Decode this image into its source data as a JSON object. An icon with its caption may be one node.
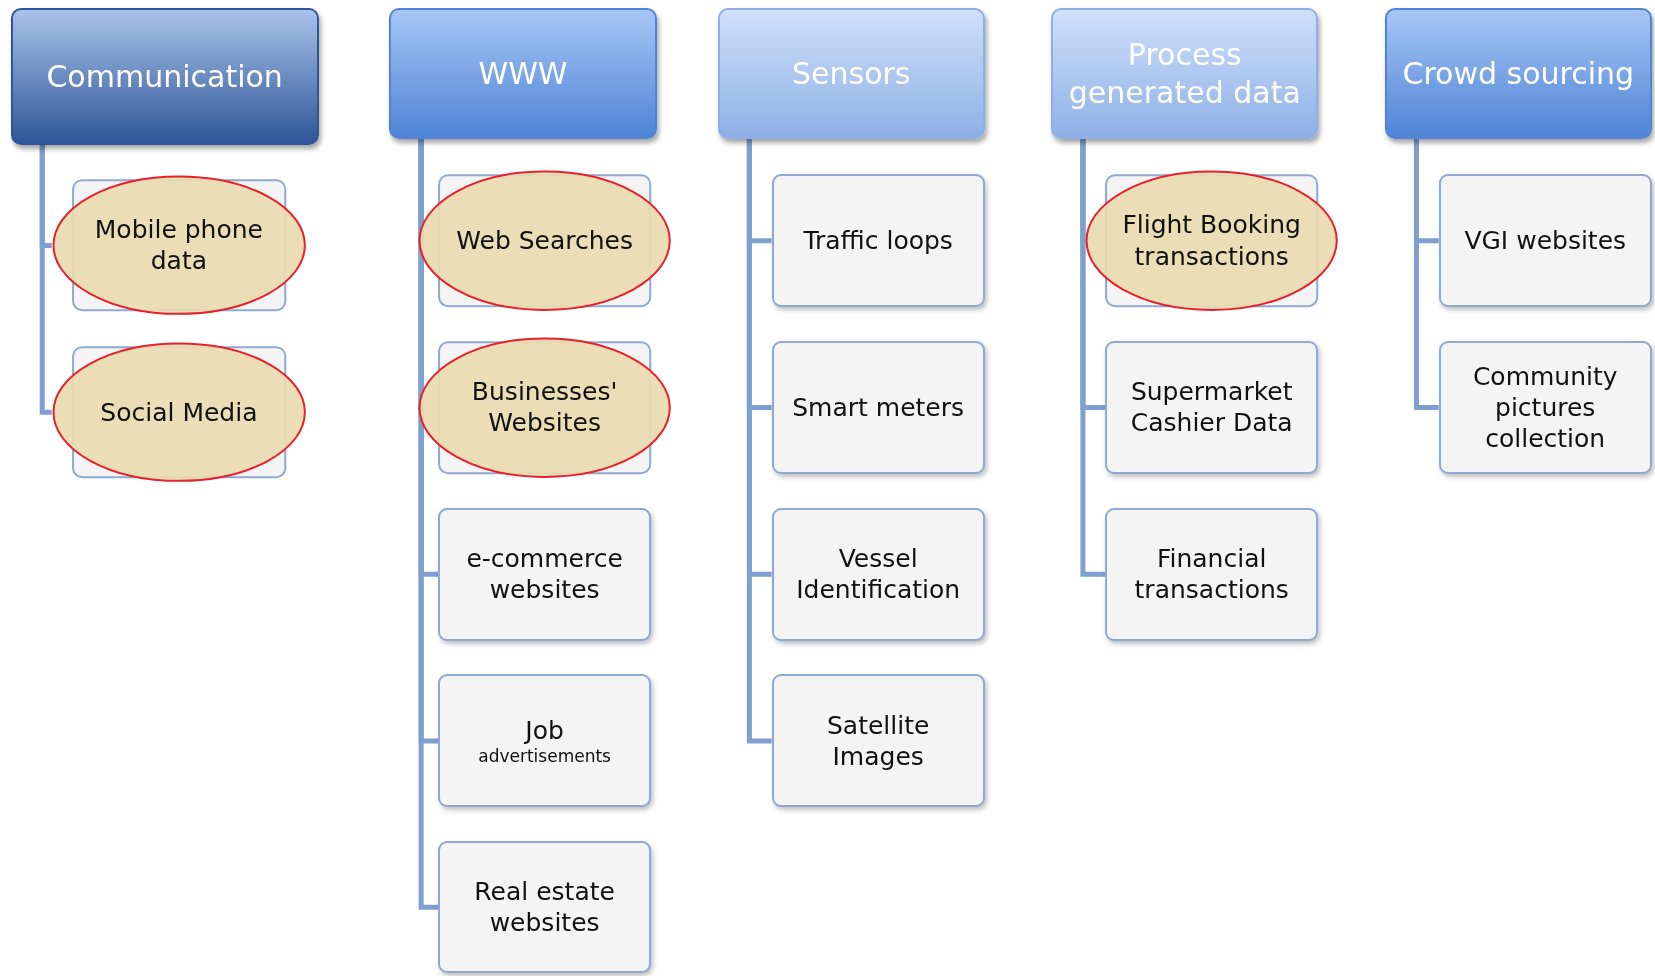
{
  "diagram": {
    "nodes": [
      {
        "text": [
          "Communication"
        ]
      },
      {
        "text": [
          "Mobile phone data"
        ]
      },
      {
        "text": [
          "Social Media"
        ]
      },
      {
        "text": [
          "WWW"
        ]
      },
      {
        "text": [
          "Web Searches"
        ]
      },
      {
        "text": [
          "Businesses' Websites"
        ]
      },
      {
        "text": [
          "e-commerce websites"
        ]
      },
      {
        "text": [
          "Job",
          "advertisements"
        ]
      },
      {
        "text": [
          "Real estate websites"
        ]
      },
      {
        "text": [
          "Sensors"
        ]
      },
      {
        "text": [
          "Traffic loops"
        ]
      },
      {
        "text": [
          "Smart meters"
        ]
      },
      {
        "text": [
          "Vessel Identification"
        ]
      },
      {
        "text": [
          "Satellite Images"
        ]
      },
      {
        "text": [
          "Process generated data"
        ]
      },
      {
        "text": [
          "Flight Booking transactions"
        ]
      },
      {
        "text": [
          "Supermarket Cashier Data"
        ]
      },
      {
        "text": [
          "Financial transactions"
        ]
      },
      {
        "text": [
          "Crowd sourcing"
        ]
      },
      {
        "text": [
          "VGI websites"
        ]
      },
      {
        "text": [
          "Community pictures collection"
        ]
      }
    ],
    "edges": [
      {
        "from": 0,
        "to": 1,
        "arrow": "none"
      },
      {
        "from": 0,
        "to": 2,
        "arrow": "none"
      },
      {
        "from": 3,
        "to": 4,
        "arrow": "none"
      },
      {
        "from": 3,
        "to": 5,
        "arrow": "none"
      },
      {
        "from": 3,
        "to": 6,
        "arrow": "none"
      },
      {
        "from": 3,
        "to": 7,
        "arrow": "none"
      },
      {
        "from": 3,
        "to": 8,
        "arrow": "none"
      },
      {
        "from": 9,
        "to": 10,
        "arrow": "none"
      },
      {
        "from": 9,
        "to": 11,
        "arrow": "none"
      },
      {
        "from": 9,
        "to": 12,
        "arrow": "none"
      },
      {
        "from": 9,
        "to": 13,
        "arrow": "none"
      },
      {
        "from": 14,
        "to": 15,
        "arrow": "none"
      },
      {
        "from": 14,
        "to": 16,
        "arrow": "none"
      },
      {
        "from": 14,
        "to": 17,
        "arrow": "none"
      },
      {
        "from": 18,
        "to": 19,
        "arrow": "none"
      },
      {
        "from": 18,
        "to": 20,
        "arrow": "none"
      }
    ]
  }
}
